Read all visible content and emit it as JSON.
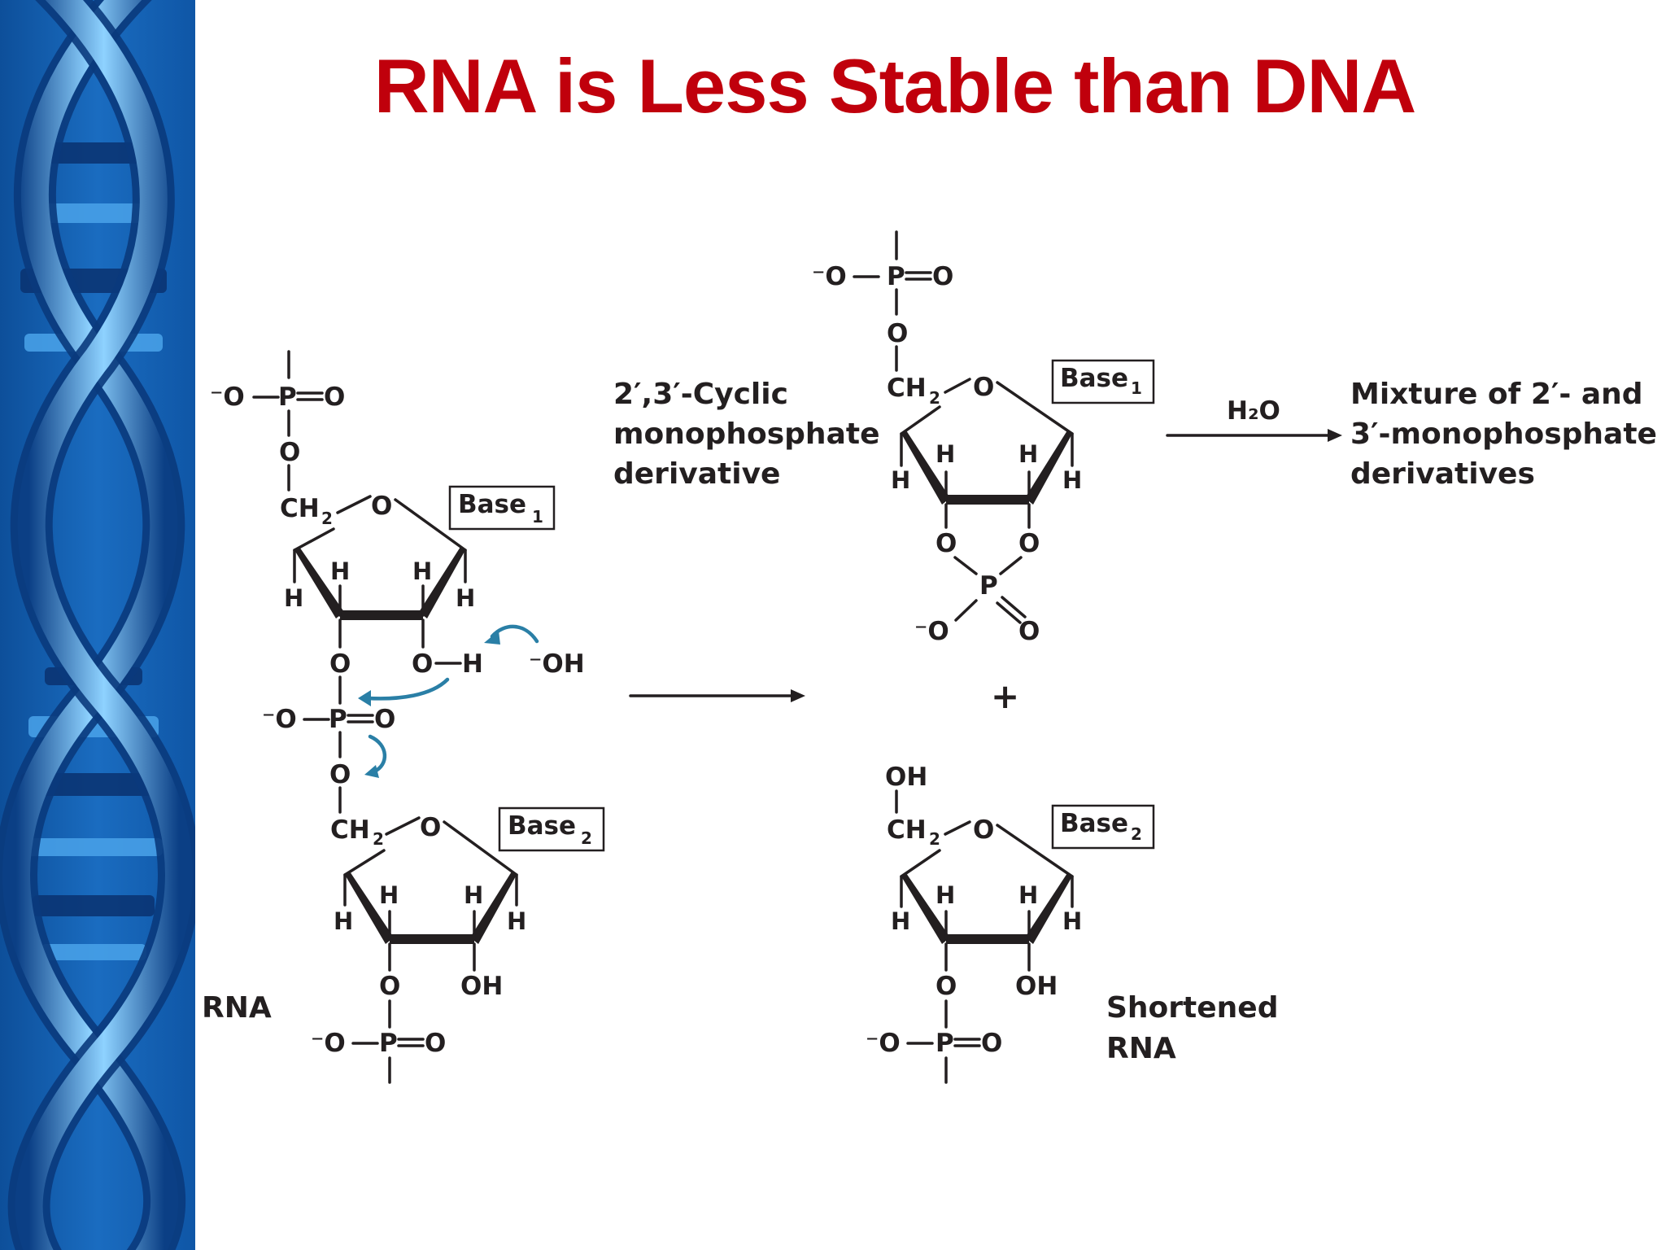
{
  "slide": {
    "title": "RNA is Less Stable than DNA",
    "accent_color": "#c0000c",
    "sidebar_color": "#1565b5",
    "sidebar_icon": "dna-helix-icon"
  },
  "diagram": {
    "rna_label": "RNA",
    "cyclic_label": [
      "2′,3′-Cyclic",
      "monophosphate",
      "derivative"
    ],
    "reagent": "H₂O",
    "mixture_label": [
      "Mixture  of 2′- and",
      "3′-monophosphate",
      "derivatives"
    ],
    "shortened_label": [
      "Shortened",
      "RNA"
    ],
    "plus_sign": "+",
    "base1": "Base",
    "base2": "Base",
    "base1_sub": "1",
    "base2_sub": "2",
    "hydroxide": "OH"
  }
}
